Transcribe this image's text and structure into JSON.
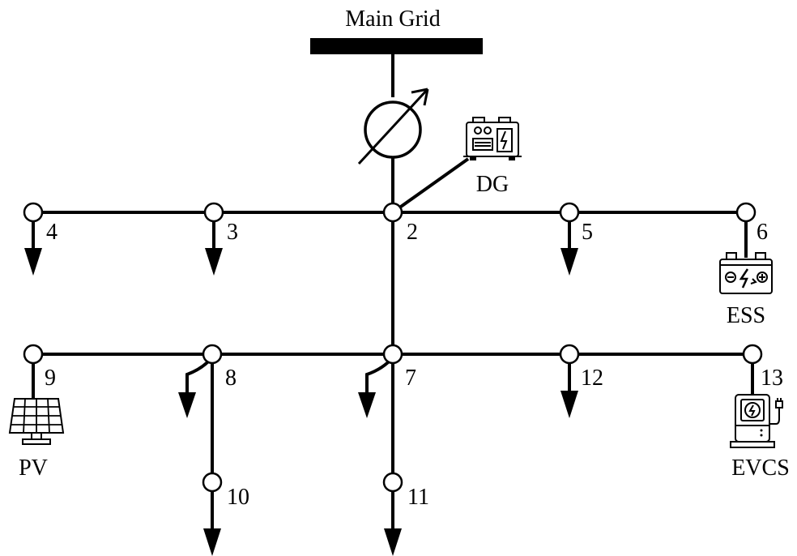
{
  "main_grid_label": "Main Grid",
  "component_labels": {
    "dg": "DG",
    "ess": "ESS",
    "pv": "PV",
    "evcs": "EVCS"
  },
  "buses": [
    {
      "id": "2",
      "label": "2"
    },
    {
      "id": "3",
      "label": "3"
    },
    {
      "id": "4",
      "label": "4"
    },
    {
      "id": "5",
      "label": "5"
    },
    {
      "id": "6",
      "label": "6"
    },
    {
      "id": "7",
      "label": "7"
    },
    {
      "id": "8",
      "label": "8"
    },
    {
      "id": "9",
      "label": "9"
    },
    {
      "id": "10",
      "label": "10"
    },
    {
      "id": "11",
      "label": "11"
    },
    {
      "id": "12",
      "label": "12"
    },
    {
      "id": "13",
      "label": "13"
    }
  ],
  "icons": {
    "transformer": "transformer-icon",
    "generator": "generator-icon",
    "battery": "battery-icon",
    "solar_panel": "solar-panel-icon",
    "ev_charger": "ev-charger-icon"
  }
}
